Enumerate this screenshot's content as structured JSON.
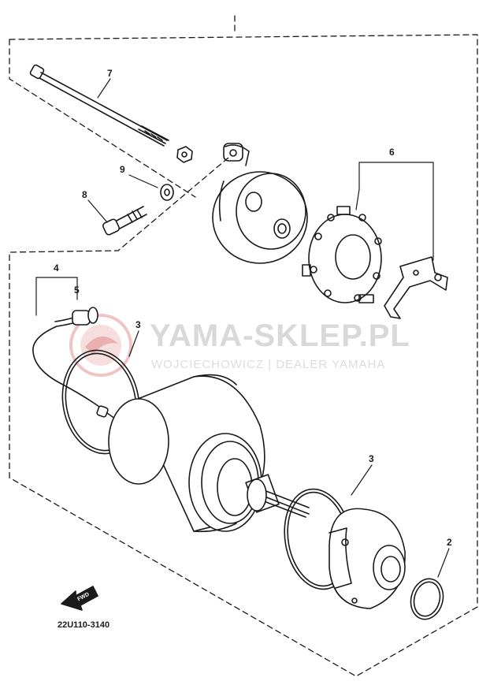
{
  "watermark": {
    "title": "YAMA-SKLEP.PL",
    "subtitle": "WOJCIECHOWICZ | DEALER YAMAHA",
    "logo_color": "#e8a0a0"
  },
  "diagram_code": "22U110-3140",
  "forward_badge": "FWD",
  "callouts": {
    "c1": "7",
    "c2": "9",
    "c3": "8",
    "c4": "6",
    "c5": "4",
    "c6": "5",
    "c7": "3",
    "c8": "3",
    "c9": "2"
  },
  "colors": {
    "line": "#1a1a1a",
    "part_fill": "#ffffff"
  }
}
